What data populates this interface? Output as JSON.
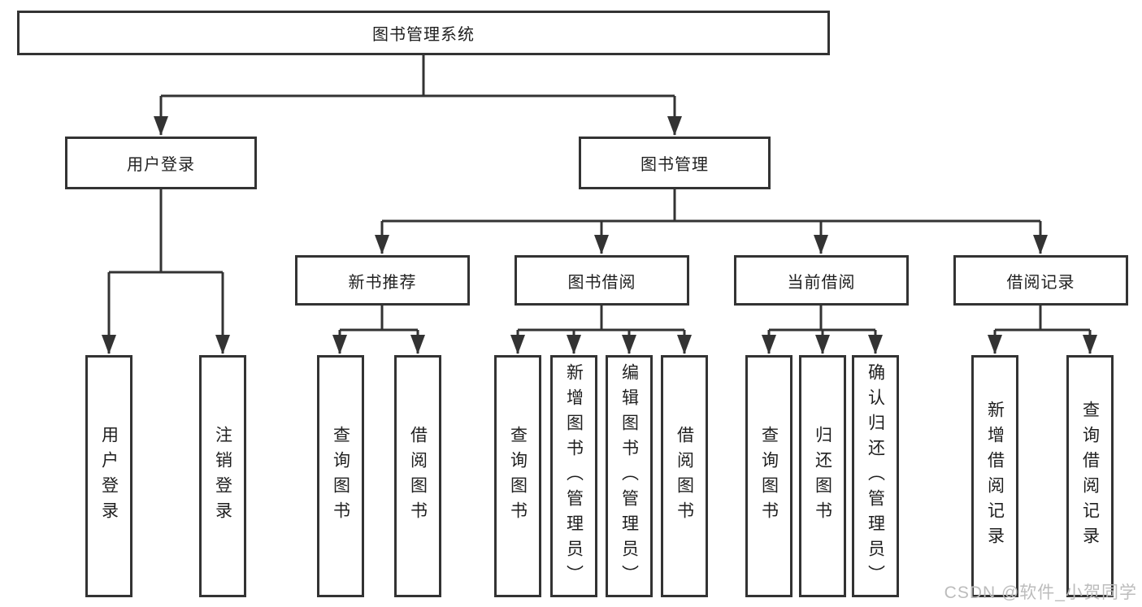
{
  "diagram": {
    "root": "图书管理系统",
    "branches": [
      {
        "label": "用户登录",
        "leaves": [
          "用户登录",
          "注销登录"
        ]
      },
      {
        "label": "图书管理",
        "groups": [
          {
            "label": "新书推荐",
            "leaves": [
              "查询图书",
              "借阅图书"
            ]
          },
          {
            "label": "图书借阅",
            "leaves": [
              "查询图书",
              "新增图书（管理员）",
              "编辑图书（管理员）",
              "借阅图书"
            ]
          },
          {
            "label": "当前借阅",
            "leaves": [
              "查询图书",
              "归还图书",
              "确认归还（管理员）"
            ]
          },
          {
            "label": "借阅记录",
            "leaves": [
              "新增借阅记录",
              "查询借阅记录"
            ]
          }
        ]
      }
    ]
  },
  "watermark": "CSDN @软件_小贺同学",
  "colors": {
    "line": "#333333",
    "text": "#1f1f1f",
    "background": "#ffffff",
    "watermark": "#bcbcbc"
  }
}
